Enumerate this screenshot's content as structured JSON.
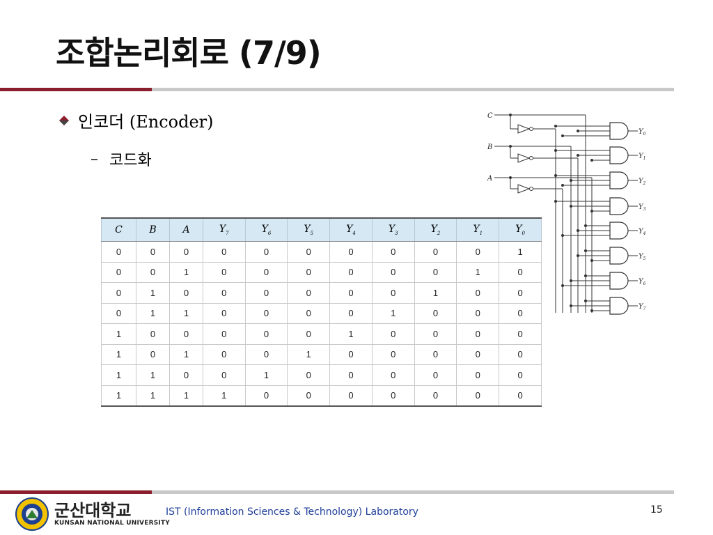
{
  "slide": {
    "title": "조합논리회로 (7/9)",
    "bullet": "인코더 (Encoder)",
    "sub_bullet_dash": "–",
    "sub_bullet": "코드화"
  },
  "table": {
    "headers": [
      {
        "base": "C",
        "sub": ""
      },
      {
        "base": "B",
        "sub": ""
      },
      {
        "base": "A",
        "sub": ""
      },
      {
        "base": "Y",
        "sub": "7"
      },
      {
        "base": "Y",
        "sub": "6"
      },
      {
        "base": "Y",
        "sub": "5"
      },
      {
        "base": "Y",
        "sub": "4"
      },
      {
        "base": "Y",
        "sub": "3"
      },
      {
        "base": "Y",
        "sub": "2"
      },
      {
        "base": "Y",
        "sub": "1"
      },
      {
        "base": "Y",
        "sub": "0"
      }
    ],
    "rows": [
      [
        "0",
        "0",
        "0",
        "0",
        "0",
        "0",
        "0",
        "0",
        "0",
        "0",
        "1"
      ],
      [
        "0",
        "0",
        "1",
        "0",
        "0",
        "0",
        "0",
        "0",
        "0",
        "1",
        "0"
      ],
      [
        "0",
        "1",
        "0",
        "0",
        "0",
        "0",
        "0",
        "0",
        "1",
        "0",
        "0"
      ],
      [
        "0",
        "1",
        "1",
        "0",
        "0",
        "0",
        "0",
        "1",
        "0",
        "0",
        "0"
      ],
      [
        "1",
        "0",
        "0",
        "0",
        "0",
        "0",
        "1",
        "0",
        "0",
        "0",
        "0"
      ],
      [
        "1",
        "0",
        "1",
        "0",
        "0",
        "1",
        "0",
        "0",
        "0",
        "0",
        "0"
      ],
      [
        "1",
        "1",
        "0",
        "0",
        "1",
        "0",
        "0",
        "0",
        "0",
        "0",
        "0"
      ],
      [
        "1",
        "1",
        "1",
        "1",
        "0",
        "0",
        "0",
        "0",
        "0",
        "0",
        "0"
      ]
    ]
  },
  "circuit": {
    "inputs": [
      "C",
      "B",
      "A"
    ],
    "outputs": [
      {
        "base": "Y",
        "sub": "0"
      },
      {
        "base": "Y",
        "sub": "1"
      },
      {
        "base": "Y",
        "sub": "2"
      },
      {
        "base": "Y",
        "sub": "3"
      },
      {
        "base": "Y",
        "sub": "4"
      },
      {
        "base": "Y",
        "sub": "5"
      },
      {
        "base": "Y",
        "sub": "6"
      },
      {
        "base": "Y",
        "sub": "7"
      }
    ]
  },
  "footer": {
    "logo_korean": "군산대학교",
    "logo_english": "KUNSAN NATIONAL UNIVERSITY",
    "lab": "IST (Information Sciences & Technology) Laboratory",
    "page": "15"
  },
  "colors": {
    "accent_red": "#8b1e2d",
    "rule_gray": "#c8c8c8",
    "header_blue": "#d5e8f4",
    "footer_text_blue": "#1f3f9a"
  }
}
